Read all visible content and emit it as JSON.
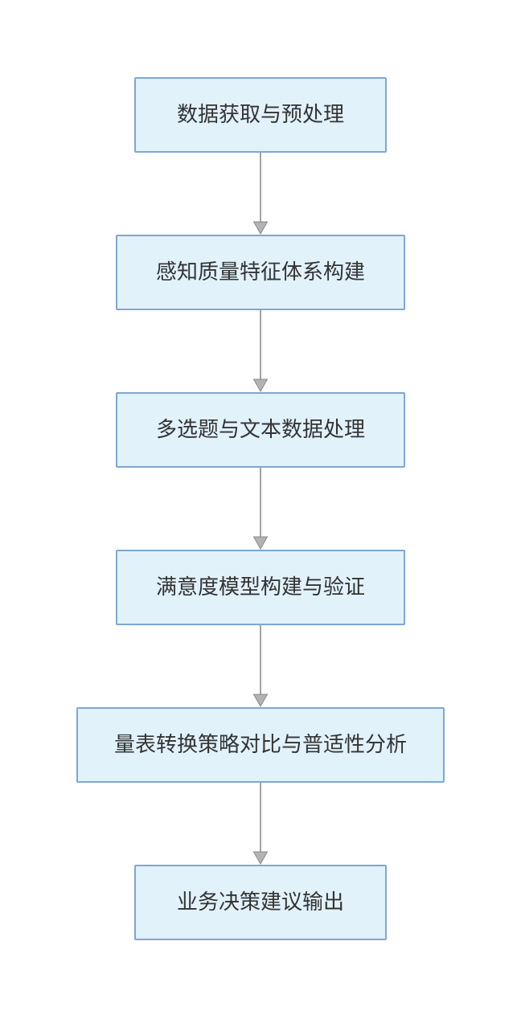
{
  "flowchart": {
    "nodes": [
      {
        "id": 1,
        "label": "数据获取与预处理"
      },
      {
        "id": 2,
        "label": "感知质量特征体系构建"
      },
      {
        "id": 3,
        "label": "多选题与文本数据处理"
      },
      {
        "id": 4,
        "label": "满意度模型构建与验证"
      },
      {
        "id": 5,
        "label": "量表转换策略对比与普适性分析"
      },
      {
        "id": 6,
        "label": "业务决策建议输出"
      }
    ],
    "edges": [
      {
        "from": 1,
        "to": 2
      },
      {
        "from": 2,
        "to": 3
      },
      {
        "from": 3,
        "to": 4
      },
      {
        "from": 4,
        "to": 5
      },
      {
        "from": 5,
        "to": 6
      }
    ]
  },
  "colors": {
    "background": "#ffffff",
    "node-fill": "#e1f2fb",
    "node-border": "#7ea7d4",
    "node-text": "#333333",
    "arrow-line": "#a3a3a3",
    "arrowhead-fill": "#b3b3b3",
    "arrowhead-stroke": "#8a8a8a"
  }
}
